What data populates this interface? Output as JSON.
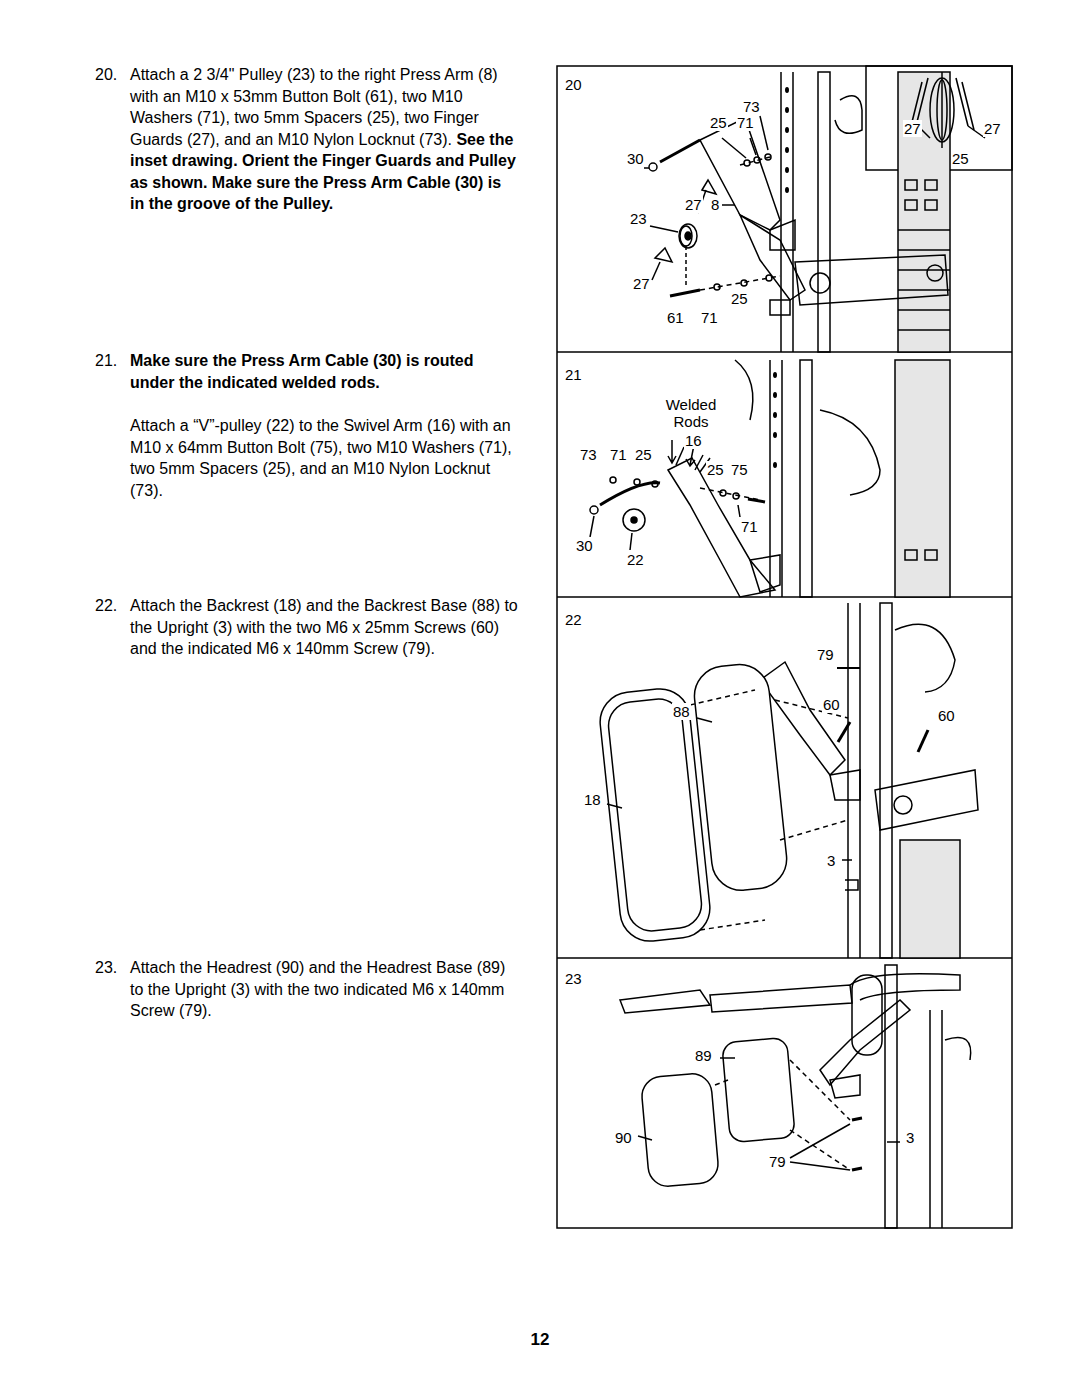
{
  "diagram": {
    "labels": [
      "20.",
      "Attach a 2 3/4\" Pulley (23) to the right Press Arm (8) with an M10 x 53mm Button Bolt (61), two M10 Washers (71), two 5mm Spacers (25), two Finger Guards (27), and an M10 Nylon Locknut (73).",
      "See the inset drawing. Orient the Finger Guards and Pulley as shown. Make sure the Press Arm Cable (30) is in the groove of the Pulley.",
      "21.",
      "Make sure the Press Arm Cable (30) is routed under the indicated welded rods.",
      "Attach a “V”-pulley (22) to the Swivel Arm (16) with an M10 x 64mm Button Bolt (75), two M10 Washers (71), two 5mm Spacers (25), and an M10 Nylon Locknut (73).",
      "22.",
      "Attach the Backrest (18) and the Backrest Base (88) to the Upright (3) with the two M6 x 25mm Screws (60) and the indicated M6 x 140mm Screw (79).",
      "23.",
      "Attach the Headrest (90) and the Headrest Base (89) to the Upright (3) with the two indicated M6 x 140mm Screw (79).",
      "20",
      "73",
      "25",
      "71",
      "27",
      "27",
      "25",
      "30",
      "27",
      "8",
      "23",
      "27",
      "25",
      "61",
      "71",
      "21",
      "Welded Rods",
      "73",
      "71",
      "25",
      "16",
      "25",
      "75",
      "71",
      "30",
      "22",
      "22",
      "79",
      "60",
      "88",
      "60",
      "18",
      "3",
      "23",
      "89",
      "90",
      "3",
      "79",
      "12"
    ]
  }
}
